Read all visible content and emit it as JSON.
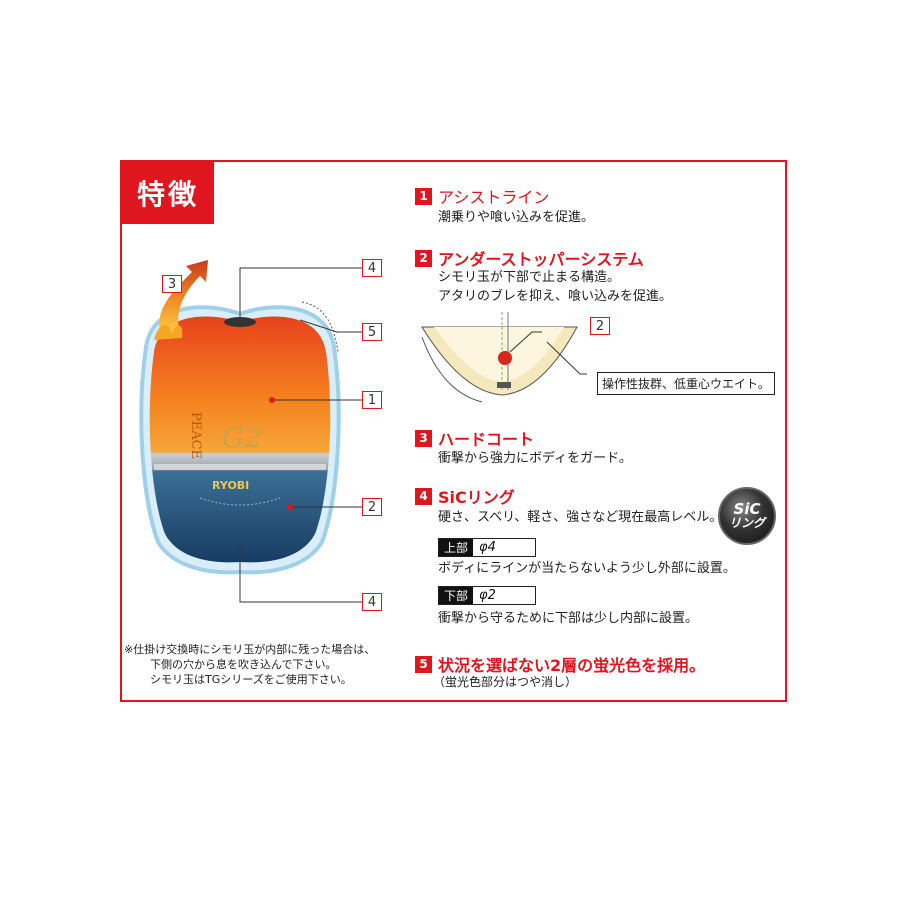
{
  "header": {
    "title": "特徴"
  },
  "figure": {
    "callouts": [
      "4",
      "5",
      "1",
      "2",
      "4"
    ],
    "arrow_label": "3",
    "body_text_left": "PEACE",
    "body_text_mark": "G2",
    "band_mark": "RYOBI"
  },
  "features": [
    {
      "num": "1",
      "title": "アシストライン",
      "lines": [
        "潮乗りや喰い込みを促進。"
      ]
    },
    {
      "num": "2",
      "title": "アンダーストッパーシステム",
      "lines": [
        "シモリ玉が下部で止まる構造。",
        "アタリのブレを抑え、喰い込みを促進。"
      ]
    },
    {
      "num": "3",
      "title": "ハードコート",
      "lines": [
        "衝撃から強力にボディをガード。"
      ]
    },
    {
      "num": "4",
      "title": "SiCリング",
      "lines": [
        "硬さ、スベリ、軽さ、強さなど現在最高レベル。"
      ]
    },
    {
      "num": "5",
      "title": "状況を選ばない2層の蛍光色を採用。",
      "lines": [
        "（蛍光色部分はつや消し）"
      ]
    }
  ],
  "diagram": {
    "callout": "2",
    "label": "操作性抜群、低重心ウエイト。"
  },
  "sic_logo": {
    "line1": "SiC",
    "line2": "リング"
  },
  "specs": [
    {
      "key": "上部",
      "value": "φ4",
      "desc": "ボディにラインが当たらないよう少し外部に設置。"
    },
    {
      "key": "下部",
      "value": "φ2",
      "desc": "衝撃から守るために下部は少し内部に設置。"
    }
  ],
  "note_lines": [
    "※仕掛け交換時にシモリ玉が内部に残った場合は、",
    "下側の穴から息を吹き込んで下さい。",
    "シモリ玉はTGシリーズをご使用下さい。"
  ],
  "colors": {
    "accent": "#e0161e",
    "orange": "#f07a1e",
    "blue": "#2a6f9a"
  }
}
